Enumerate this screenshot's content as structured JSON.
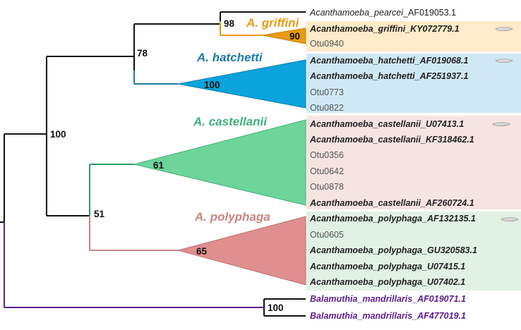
{
  "colors": {
    "griffini": "#e89a10",
    "hatchetti": "#0aa3db",
    "castellanii": "#6dd49a",
    "polyphaga": "#e08e8e",
    "balamuthia": "#5b1e8e",
    "bg_griffini": "#fdebc9",
    "bg_hatchetti": "#cfe9f4",
    "bg_castellanii": "#f6e4e1",
    "bg_polyphaga": "#e1f2e4",
    "black": "#111111"
  },
  "clades": {
    "griffini": "A. griffini",
    "hatchetti": "A. hatchetti",
    "castellanii": "A. castellanii",
    "polyphaga": "A. polyphaga"
  },
  "support": {
    "root_acanth": "100",
    "upper": "78",
    "pearcei_griffini": "98",
    "griffini": "90",
    "hatchetti": "100",
    "lower": "51",
    "castellanii": "61",
    "polyphaga": "65",
    "balamuthia": "100"
  },
  "taxa": {
    "pearcei_name": "Acanthamoeba_pearcei",
    "pearcei_acc": "_AF019053.1",
    "griffini1": "Acanthamoeba_griffini_KY072779.1",
    "otu0940": "Otu0940",
    "hatchetti1": "Acanthamoeba_hatchetti_AF019068.1",
    "hatchetti2": "Acanthamoeba_hatchetti_AF251937.1",
    "otu0773": "Otu0773",
    "otu0822": "Otu0822",
    "castellanii1": "Acanthamoeba_castellanii_U07413.1",
    "castellanii2": "Acanthamoeba_castellanii_KF318462.1",
    "otu0356": "Otu0356",
    "otu0642": "Otu0642",
    "otu0878": "Otu0878",
    "castellanii3": "Acanthamoeba_castellanii_AF260724.1",
    "polyphaga1": "Acanthamoeba_polyphaga_AF132135.1",
    "otu0605": "Otu0605",
    "polyphaga2": "Acanthamoeba_polyphaga_GU320583.1",
    "polyphaga3": "Acanthamoeba_polyphaga_U07415.1",
    "polyphaga4": "Acanthamoeba_polyphaga_U07402.1",
    "balamuthia1": "Balamuthia_mandrillaris_AF019071.1",
    "balamuthia2": "Balamuthia_mandrillaris_AF477019.1"
  },
  "icons": [
    "amoeba-cell-icon"
  ]
}
